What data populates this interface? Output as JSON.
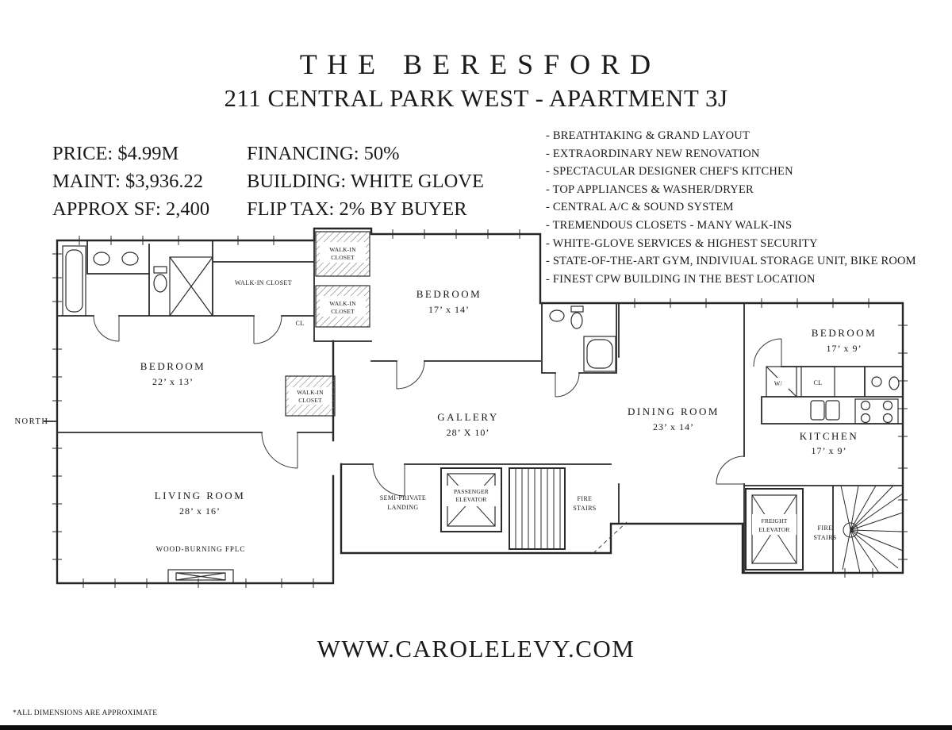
{
  "header": {
    "title": "T H E   B E R E S F O R D",
    "subtitle": "211 CENTRAL PARK WEST - APARTMENT 3J"
  },
  "facts": {
    "price": "PRICE: $4.99M",
    "financing": "FINANCING: 50%",
    "maint": "MAINT: $3,936.22",
    "building": "BUILDING: WHITE GLOVE",
    "approx_sf": "APPROX SF: 2,400",
    "flip_tax": "FLIP TAX: 2% BY BUYER"
  },
  "features": [
    "- BREATHTAKING & GRAND LAYOUT",
    "- EXTRAORDINARY NEW RENOVATION",
    "- SPECTACULAR DESIGNER CHEF'S KITCHEN",
    "- TOP APPLIANCES & WASHER/DRYER",
    "- CENTRAL A/C & SOUND SYSTEM",
    "- TREMENDOUS CLOSETS - MANY WALK-INS",
    "- WHITE-GLOVE SERVICES & HIGHEST SECURITY",
    "- STATE-OF-THE-ART GYM, INDIVIUAL STORAGE UNIT, BIKE ROOM",
    "- FINEST CPW BUILDING IN THE BEST LOCATION"
  ],
  "plan": {
    "north": "NORTH",
    "rooms": {
      "bedroom1": {
        "name": "BEDROOM",
        "dims": "17’ x 14’"
      },
      "bedroom2": {
        "name": "BEDROOM",
        "dims": "22’ x 13’"
      },
      "bedroom3": {
        "name": "BEDROOM",
        "dims": "17’ x 9’"
      },
      "living": {
        "name": "LIVING ROOM",
        "dims": "28’ x 16’"
      },
      "dining": {
        "name": "DINING ROOM",
        "dims": "23’ x 14’"
      },
      "gallery": {
        "name": "GALLERY",
        "dims": "28’ X 10’"
      },
      "kitchen": {
        "name": "KITCHEN",
        "dims": "17’ x 9’"
      }
    },
    "labels": {
      "walk_in_closet": "WALK-IN CLOSET",
      "walk_in": "WALK-IN",
      "closet": "CLOSET",
      "cl": "CL",
      "wood_fplc": "WOOD-BURNING FPLC",
      "semi_private": "SEMI-PRIVATE",
      "landing": "LANDING",
      "passenger": "PASSENGER",
      "elevator": "ELEVATOR",
      "freight": "FREIGHT",
      "fire": "FIRE",
      "stairs": "STAIRS",
      "washer": "W/"
    }
  },
  "footer": {
    "website": "WWW.CAROLELEVY.COM",
    "disclaimer": "*ALL DIMENSIONS ARE APPROXIMATE"
  },
  "colors": {
    "ink": "#1a1a1a",
    "background": "#ffffff"
  }
}
